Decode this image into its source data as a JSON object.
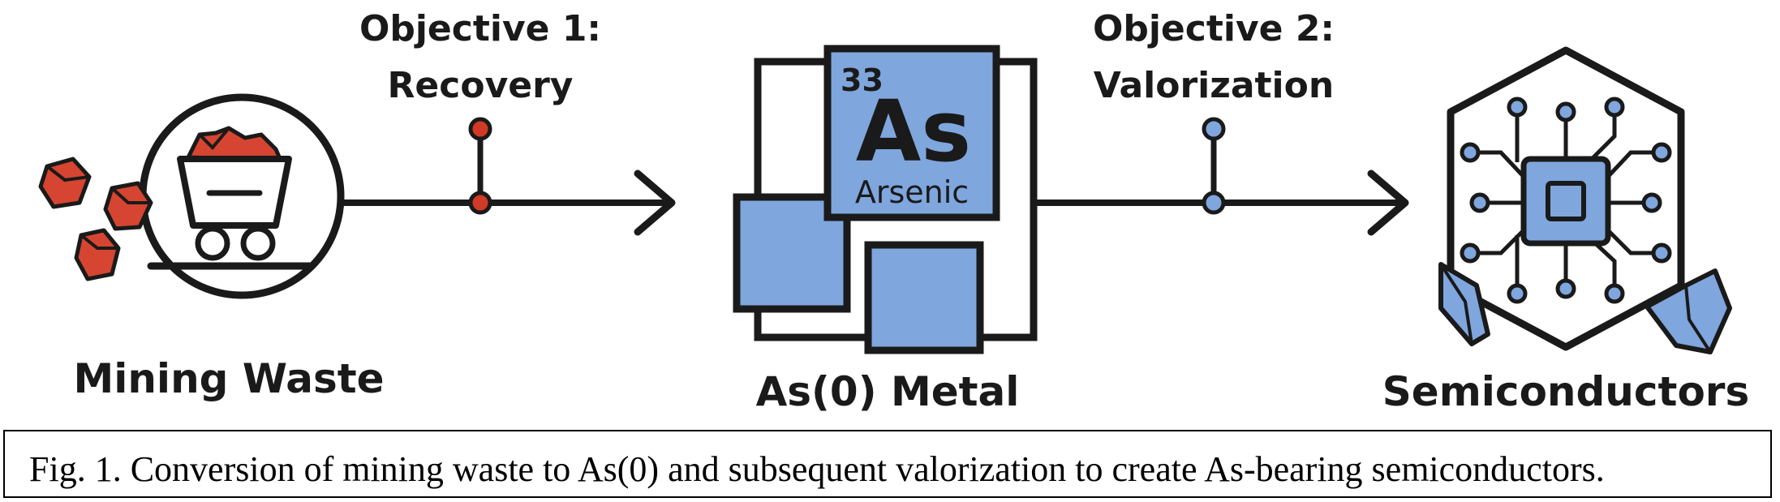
{
  "colors": {
    "ink": "#1a1a1a",
    "ore_red": "#d64531",
    "node_red": "#d03a26",
    "element_blue": "#7fa6dd",
    "node_blue": "#7fa6dd"
  },
  "nodes": {
    "mining_waste": {
      "label": "Mining Waste",
      "icon": "mine-cart-with-ore-icon"
    },
    "arsenic_metal": {
      "label": "As(0) Metal",
      "icon": "arsenic-element-tile-icon",
      "element": {
        "number": "33",
        "symbol": "As",
        "name": "Arsenic"
      }
    },
    "semiconductors": {
      "label": "Semiconductors",
      "icon": "microchip-crystal-icon"
    }
  },
  "steps": [
    {
      "line1": "Objective 1:",
      "line2": "Recovery"
    },
    {
      "line1": "Objective 2:",
      "line2": "Valorization"
    }
  ],
  "caption": "Fig. 1. Conversion of mining waste to As(0) and subsequent valorization to create As-bearing semiconductors."
}
